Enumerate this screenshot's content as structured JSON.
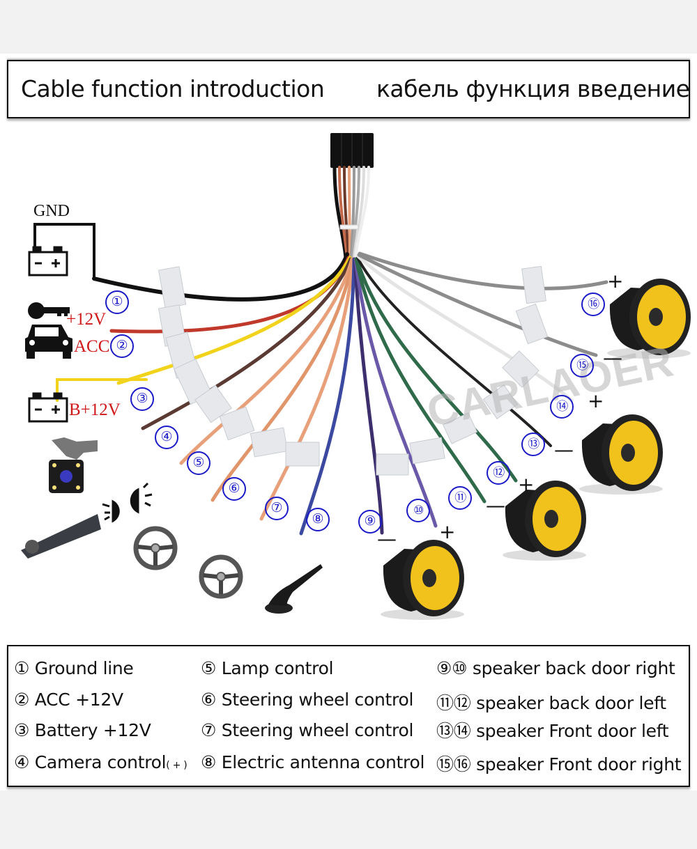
{
  "header": {
    "title_en": "Cable function introduction",
    "title_ru": "кабель функция введение"
  },
  "diagram": {
    "side_labels": {
      "gnd": "GND",
      "acc_voltage": "+12V",
      "acc": "ACC",
      "battery": "B+12V"
    },
    "wire_numbers": [
      "①",
      "②",
      "③",
      "④",
      "⑤",
      "⑥",
      "⑦",
      "⑧",
      "⑨",
      "⑩",
      "⑪",
      "⑫",
      "⑬",
      "⑭",
      "⑮",
      "⑯"
    ],
    "wire_colors": {
      "1": "#111111",
      "2": "#c0392b",
      "3": "#f2d31b",
      "4": "#5a3a32",
      "5": "#e8a07a",
      "6": "#e0956a",
      "7": "#e8a07a",
      "8": "#3b4aa0",
      "9": "#3d2f6e",
      "10": "#6a58a8",
      "11": "#2f6b4a",
      "12": "#2f6b4a",
      "13": "#222222",
      "14": "#f0f0f0",
      "15": "#8c8c8c",
      "16": "#8c8c8c"
    },
    "polarity": {
      "plus": "+",
      "minus": "—"
    },
    "watermark": "CARLAOER"
  },
  "legend": {
    "col1": [
      {
        "num": "①",
        "text": "Ground line"
      },
      {
        "num": "②",
        "text": "ACC +12V"
      },
      {
        "num": "③",
        "text": "Battery +12V"
      },
      {
        "num": "④",
        "text": "Camera control",
        "suffix": "( + )"
      }
    ],
    "col2": [
      {
        "num": "⑤",
        "text": "Lamp control"
      },
      {
        "num": "⑥",
        "text": "Steering wheel control"
      },
      {
        "num": "⑦",
        "text": "Steering wheel control"
      },
      {
        "num": "⑧",
        "text": "Electric antenna control"
      }
    ],
    "col3": [
      {
        "num": "⑨⑩",
        "text": "speaker back door right"
      },
      {
        "num": "⑪⑫",
        "text": "speaker back door left"
      },
      {
        "num": "⑬⑭",
        "text": "speaker Front door left"
      },
      {
        "num": "⑮⑯",
        "text": "speaker Front door right"
      }
    ]
  }
}
